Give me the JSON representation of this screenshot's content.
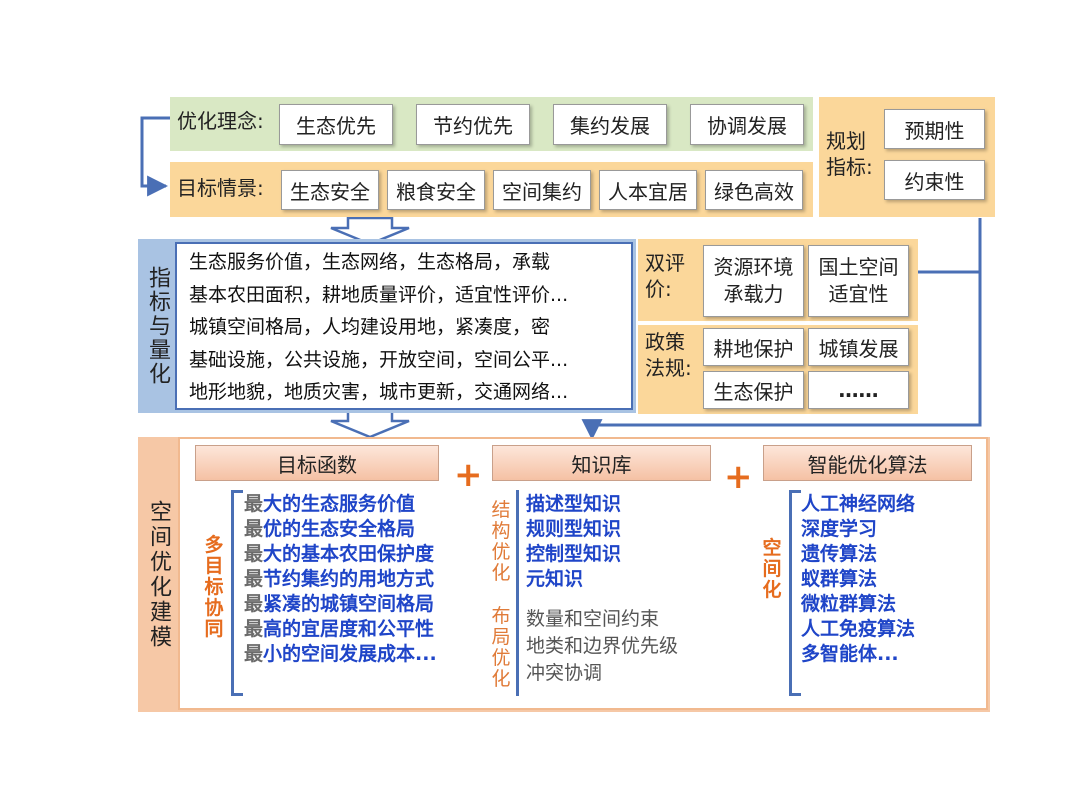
{
  "optimization_concept": {
    "label": "优化理念:",
    "items": [
      "生态优先",
      "节约优先",
      "集约发展",
      "协调发展"
    ]
  },
  "target_scenario": {
    "label": "目标情景:",
    "items": [
      "生态安全",
      "粮食安全",
      "空间集约",
      "人本宜居",
      "绿色高效"
    ]
  },
  "planning_indicators": {
    "label": "规划指标:",
    "items": [
      "预期性",
      "约束性"
    ]
  },
  "quantification": {
    "side_label": "指标与量化",
    "lines": [
      "生态服务价值，生态网络，生态格局，承载",
      "基本农田面积，耕地质量评价，适宜性评价...",
      "城镇空间格局，人均建设用地，紧凑度，密",
      "基础设施，公共设施，开放空间，空间公平...",
      "地形地貌，地质灾害，城市更新，交通网络..."
    ]
  },
  "dual_evaluation": {
    "label": "双评价:",
    "items": [
      "资源环境承载力",
      "国土空间适宜性"
    ]
  },
  "policy": {
    "label": "政策法规:",
    "items": [
      "耕地保护",
      "城镇发展",
      "生态保护",
      "……"
    ]
  },
  "modeling": {
    "side_label": "空间优化建模",
    "objective": {
      "header": "目标函数",
      "side_label": "多目标协同",
      "items": [
        {
          "prefix": "最",
          "text": "大的生态服务价值"
        },
        {
          "prefix": "最",
          "text": "优的生态安全格局"
        },
        {
          "prefix": "最",
          "text": "大的基本农田保护度"
        },
        {
          "prefix": "最",
          "text": "节约集约的用地方式"
        },
        {
          "prefix": "最",
          "text": "紧凑的城镇空间格局"
        },
        {
          "prefix": "最",
          "text": "高的宜居度和公平性"
        },
        {
          "prefix": "最",
          "text": "小的空间发展成本..."
        }
      ]
    },
    "knowledge": {
      "header": "知识库",
      "structure_label": "结构优化",
      "structure_items": [
        "描述型知识",
        "规则型知识",
        "控制型知识",
        "元知识"
      ],
      "layout_label": "布局优化",
      "layout_items": [
        "数量和空间约束",
        "地类和边界优先级",
        "冲突协调"
      ]
    },
    "algorithm": {
      "header": "智能优化算法",
      "side_label": "空间化",
      "items": [
        "人工神经网络",
        "深度学习",
        "遗传算法",
        "蚁群算法",
        "微粒群算法",
        "人工免疫算法",
        "多智能体..."
      ]
    },
    "plus_signs": [
      "+",
      "+"
    ]
  },
  "colors": {
    "green_band": "#d9e8c4",
    "gold_band": "#fbd79a",
    "blue_band": "#a9c3e3",
    "peach_band": "#f6c8a6",
    "connector_blue": "#4a6fb5",
    "accent_orange": "#e66c1e",
    "item_blue": "#1f45c8"
  }
}
